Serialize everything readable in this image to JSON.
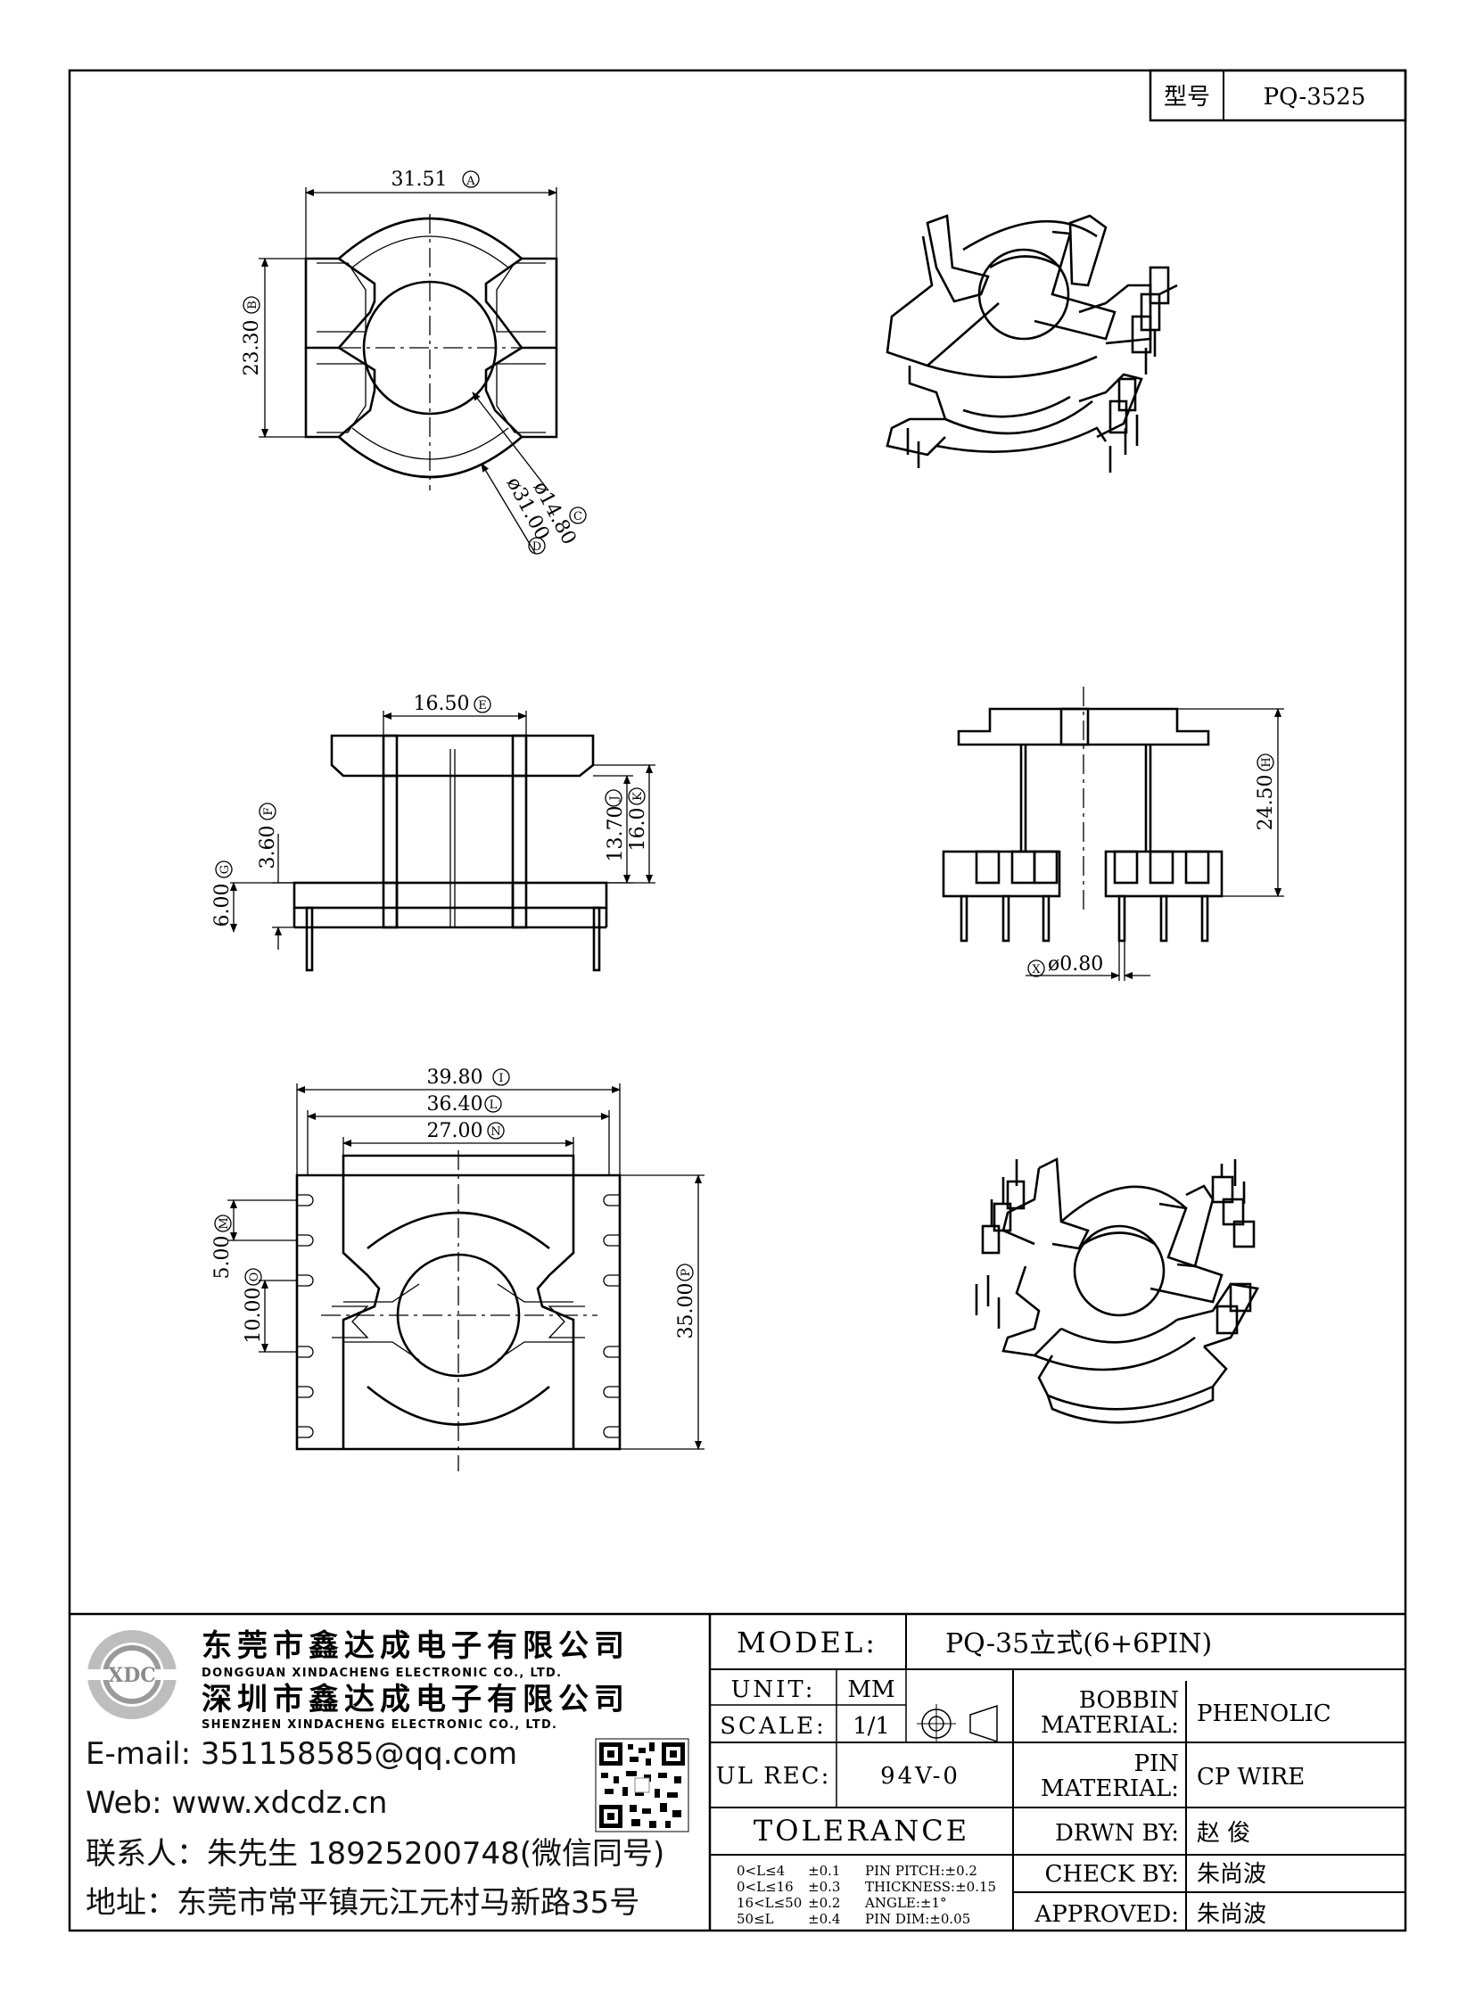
{
  "header": {
    "type_label": "型号",
    "type_value": "PQ-3525"
  },
  "top_view": {
    "dims": {
      "width": "31.51",
      "height": "23.30",
      "inner_dia": "ø14.80",
      "outer_dia": "ø31.00"
    },
    "markers": {
      "width": "A",
      "height": "B",
      "inner_dia": "C",
      "outer_dia": "D"
    }
  },
  "side_view": {
    "dims": {
      "inner_width": "16.50",
      "h1": "13.70",
      "h2": "16.0",
      "h3": "3.60",
      "h4": "6.00"
    },
    "markers": {
      "inner_width": "E",
      "h1": "J",
      "h2": "K",
      "h3": "F",
      "h4": "G"
    }
  },
  "front_view": {
    "dims": {
      "height": "24.50",
      "pin_dia": "ø0.80"
    },
    "markers": {
      "height": "H",
      "pin_dia": "X"
    }
  },
  "bottom_view": {
    "dims": {
      "w1": "39.80",
      "w2": "36.40",
      "w3": "27.00",
      "h_total": "35.00",
      "pitch": "5.00",
      "gap": "10.00"
    },
    "markers": {
      "w1": "I",
      "w2": "L",
      "w3": "N",
      "h_total": "P",
      "pitch": "M",
      "gap": "O"
    }
  },
  "company": {
    "name_dg": "东莞市鑫达成电子有限公司",
    "name_dg_en": "DONGGUAN XINDACHENG ELECTRONIC CO., LTD.",
    "name_sz": "深圳市鑫达成电子有限公司",
    "name_sz_en": "SHENZHEN XINDACHENG ELECTRONIC CO., LTD.",
    "logo_text": "XDC",
    "email": "E-mail: 351158585@qq.com",
    "web": "Web: www.xdcdz.cn",
    "contact": "联系人：朱先生 18925200748(微信同号)",
    "address": "地址：东莞市常平镇元江元村马新路35号"
  },
  "title_block": {
    "model_label": "MODEL:",
    "model_value": "PQ-35立式(6+6PIN)",
    "unit_label": "UNIT:",
    "unit_value": "MM",
    "scale_label": "SCALE:",
    "scale_value": "1/1",
    "ul_label": "UL REC:",
    "ul_value": "94V-0",
    "tolerance_label": "TOLERANCE",
    "tolerances": [
      {
        "range": "0<L≤4",
        "value": "±0.1",
        "extra": "PIN PITCH:±0.2"
      },
      {
        "range": "0<L≤16",
        "value": "±0.3",
        "extra": "THICKNESS:±0.15"
      },
      {
        "range": "16<L≤50",
        "value": "±0.2",
        "extra": "ANGLE:±1°"
      },
      {
        "range": "50≤L",
        "value": "±0.4",
        "extra": "PIN DIM:±0.05"
      }
    ],
    "bobbin_material_label_1": "BOBBIN",
    "bobbin_material_label_2": "MATERIAL:",
    "bobbin_material": "PHENOLIC",
    "pin_material_label_1": "PIN",
    "pin_material_label_2": "MATERIAL:",
    "pin_material": "CP WIRE",
    "drawn_by_label": "DRWN BY:",
    "drawn_by": "赵 俊",
    "check_by_label": "CHECK BY:",
    "check_by": "朱尚波",
    "approved_label": "APPROVED:",
    "approved_by": "朱尚波"
  }
}
